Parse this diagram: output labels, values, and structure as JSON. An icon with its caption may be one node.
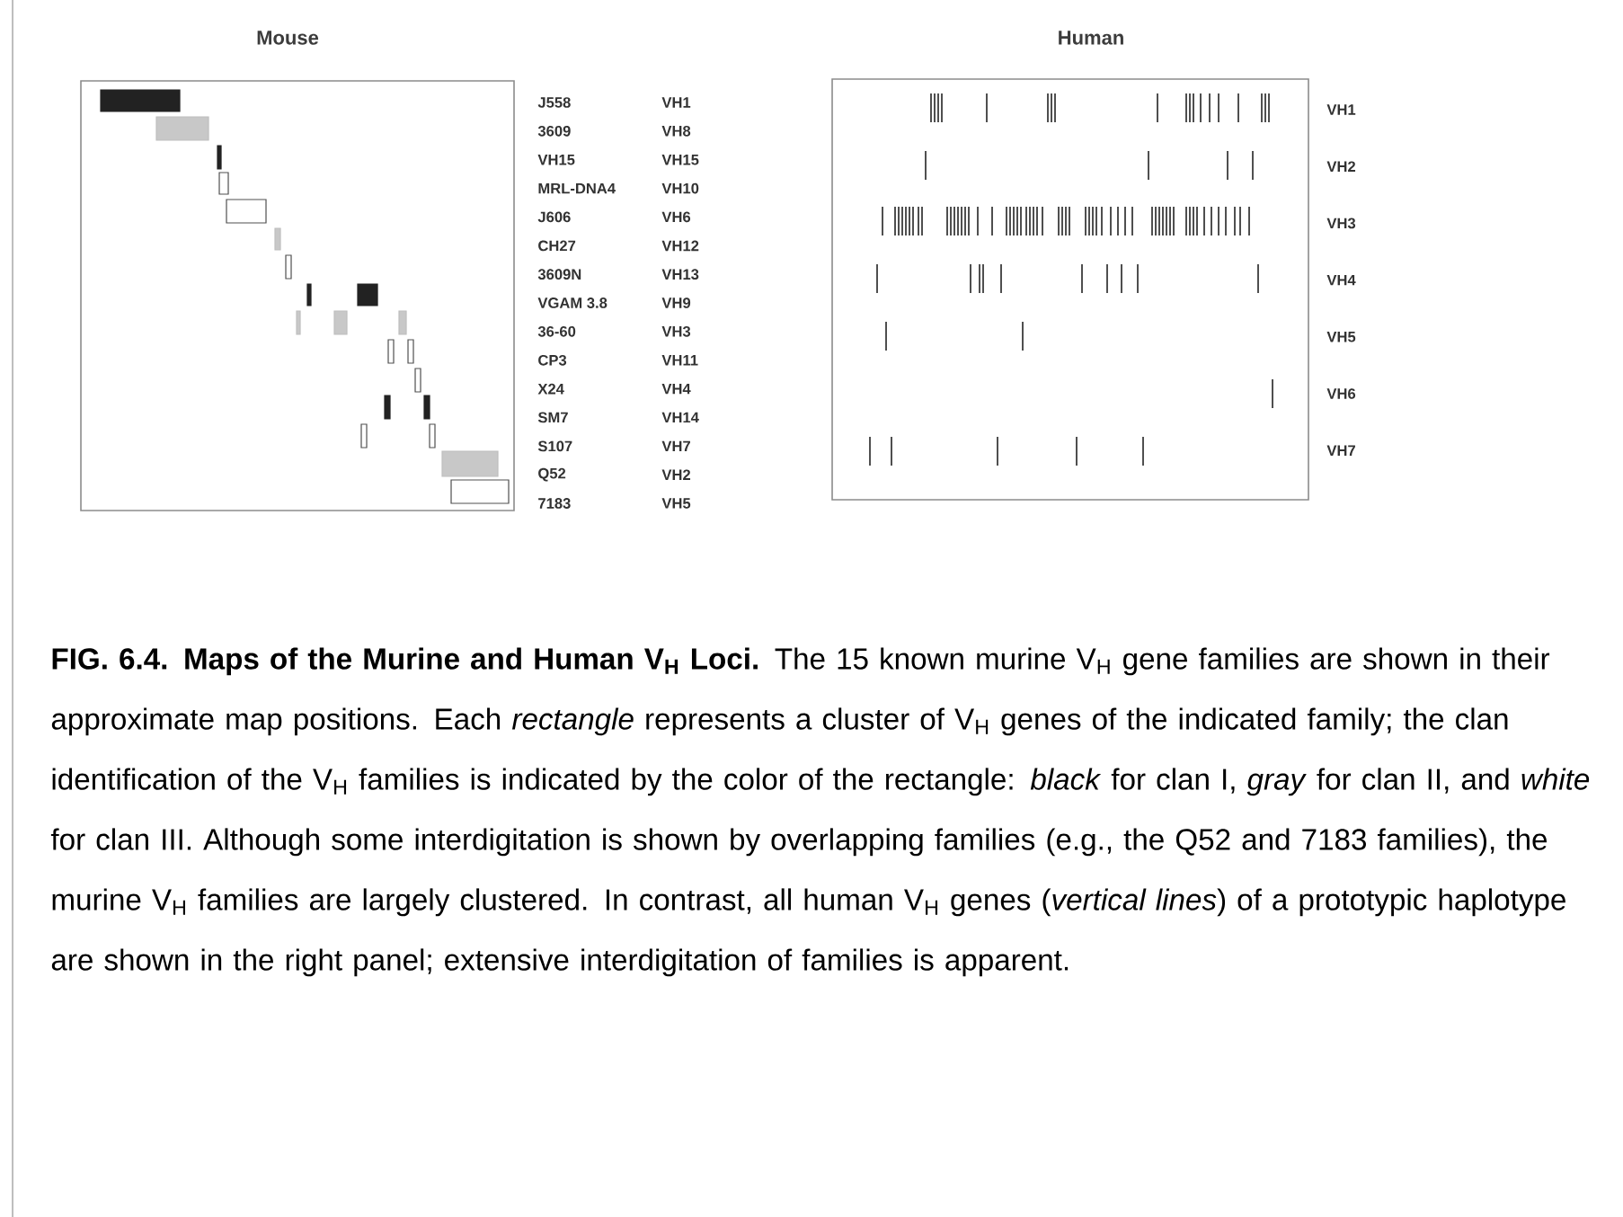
{
  "diagram": {
    "nodes": [
      {
        "text": [
          "Mouse"
        ]
      },
      {
        "text": [
          "Human"
        ]
      }
    ],
    "labels": [
      "J558",
      "VH1",
      "3609",
      "VH8",
      "VH15",
      "VH15",
      "MRL-DNA4",
      "VH10",
      "J606",
      "VH6",
      "CH27",
      "VH12",
      "3609N",
      "VH13",
      "VGAM 3.8",
      "VH9",
      "36-60",
      "VH3",
      "CP3",
      "VH11",
      "X24",
      "VH4",
      "SM7",
      "VH14",
      "S107",
      "VH7",
      "Q52",
      "VH2",
      "7183",
      "VH5",
      "VH1",
      "VH2",
      "VH3",
      "VH4",
      "VH5",
      "VH6",
      "VH7"
    ],
    "caption": "**FIG. 6.4. Maps of the Murine and Human V$_{H}$ Loci.** The 15 known murine V$_{H}$ gene families are shown in their approximate map positions. Each *rectangle* represents a cluster of V$_{H}$ genes of the indicated family; the clan identification of the V$_{H}$ families is indicated by the color of the rectangle: *black* for clan I, *gray* for clan II, and *white* for clan III. Although some interdigitation is shown by overlapping families (e.g., the Q52 and 7183 families), the murine V$_{H}$ families are largely clustered. In contrast, all human V$_{H}$ genes (*vertical lines*) of a prototypic haplotype are shown in the right panel; extensive interdigitation of families is apparent."
  }
}
